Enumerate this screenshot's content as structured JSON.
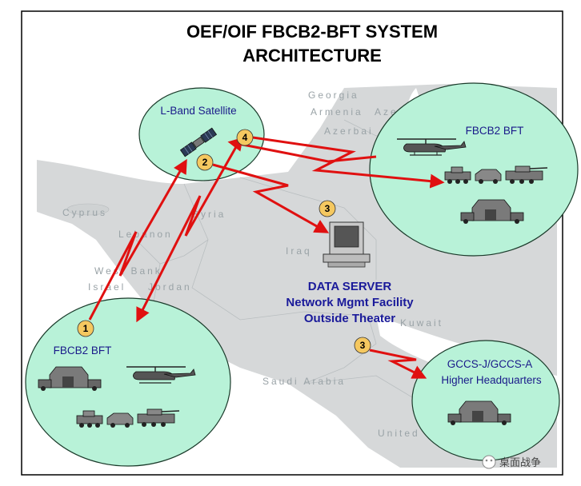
{
  "title": {
    "line1": "OEF/OIF FBCB2-BFT SYSTEM",
    "line2": "ARCHITECTURE"
  },
  "map_labels": {
    "georgia": "Georgia",
    "armenia": "Armenia",
    "azer": "Azer",
    "azerbai": "Azerbai",
    "cyprus": "Cyprus",
    "syria": "Syria",
    "lebanon": "Lebanon",
    "westbank": "West Bank",
    "israel": "Israel",
    "jordan": "Jordan",
    "iraq": "Iraq",
    "kuwait": "Kuwait",
    "saudi": "Saudi Arabia",
    "uae": "United"
  },
  "nodes": {
    "satellite": "L-Band Satellite",
    "fbcb2_east": "FBCB2 BFT",
    "fbcb2_west": "FBCB2 BFT",
    "hq_line1": "GCCS-J/GCCS-A",
    "hq_line2": "Higher Headquarters"
  },
  "server": {
    "line1": "DATA SERVER",
    "line2": "Network Mgmt  Facility",
    "line3": "Outside Theater"
  },
  "badges": {
    "b1": "1",
    "b2": "2",
    "b3a": "3",
    "b3b": "3",
    "b4": "4"
  },
  "watermark": "桌面战争",
  "colors": {
    "ellipse_fill": "#b8f2d8",
    "ellipse_stroke": "#1a3a2a",
    "link_red": "#e01010",
    "badge_fill": "#f5c860",
    "text_blue": "#1a1a8a",
    "map_land": "#d6d8d9"
  }
}
